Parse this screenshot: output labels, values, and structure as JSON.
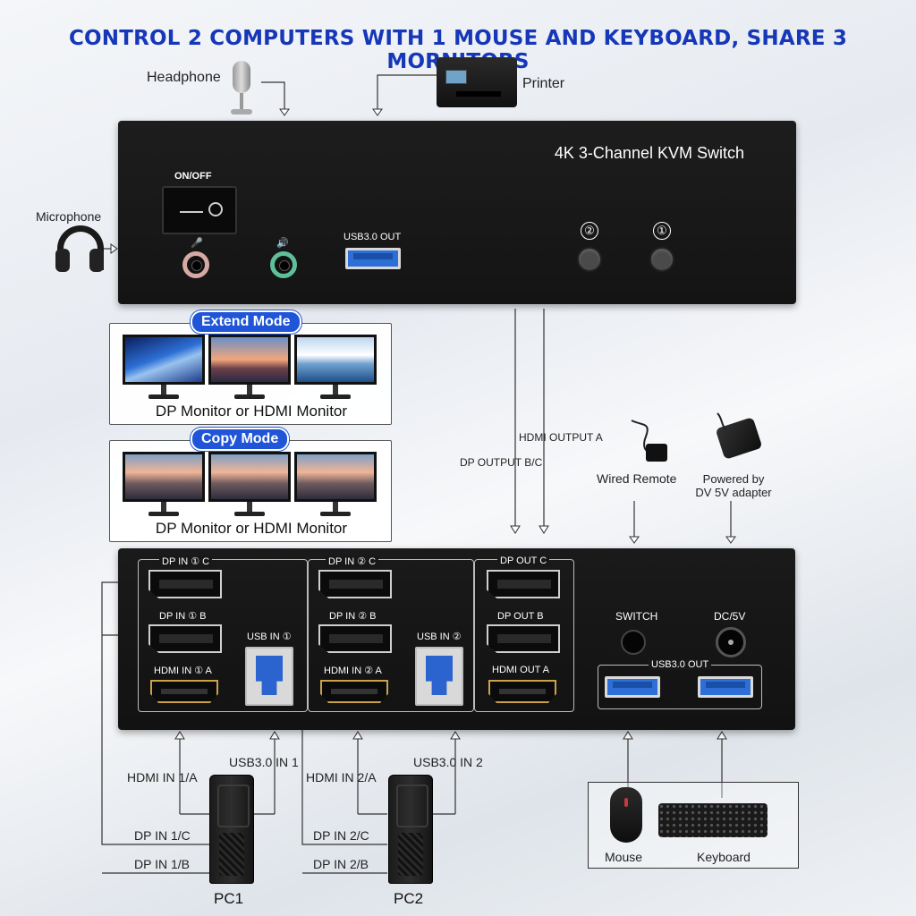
{
  "title": "CONTROL 2 COMPUTERS WITH 1 MOUSE AND KEYBOARD, SHARE 3 MORNITORS",
  "peripherals_top": {
    "headphone_label": "Headphone",
    "printer_label": "Printer",
    "microphone_label": "Microphone"
  },
  "front_panel": {
    "name": "4K 3-Channel KVM Switch",
    "power_label": "ON/OFF",
    "mic_icon": "🎤",
    "speaker_icon": "🔊",
    "usb_out_label": "USB3.0 OUT",
    "button_2": "②",
    "button_1": "①"
  },
  "modes": {
    "extend": {
      "label": "Extend Mode",
      "caption": "DP Monitor or HDMI Monitor"
    },
    "copy": {
      "label": "Copy Mode",
      "caption": "DP Monitor or HDMI Monitor"
    }
  },
  "connections": {
    "hdmi_output_a": "HDMI OUTPUT A",
    "dp_output_bc": "DP OUTPUT B/C",
    "wired_remote": "Wired Remote",
    "powered_by_line1": "Powered by",
    "powered_by_line2": "DV 5V adapter"
  },
  "back_panel": {
    "dp_in_1c": "DP IN ① C",
    "dp_in_1b": "DP IN ① B",
    "hdmi_in_1a": "HDMI IN ① A",
    "usb_in_1": "USB IN ①",
    "dp_in_2c": "DP IN ② C",
    "dp_in_2b": "DP IN ② B",
    "hdmi_in_2a": "HDMI IN ② A",
    "usb_in_2": "USB IN ②",
    "dp_out_c": "DP OUT C",
    "dp_out_b": "DP OUT B",
    "hdmi_out_a": "HDMI OUT A",
    "switch": "SWITCH",
    "dc": "DC/5V",
    "usb_out": "USB3.0 OUT"
  },
  "pc_cables": {
    "hdmi_in_1a": "HDMI IN 1/A",
    "usb_in_1": "USB3.0 IN 1",
    "dp_in_1c": "DP IN 1/C",
    "dp_in_1b": "DP IN 1/B",
    "hdmi_in_2a": "HDMI IN 2/A",
    "usb_in_2": "USB3.0 IN 2",
    "dp_in_2c": "DP IN 2/C",
    "dp_in_2b": "DP IN 2/B"
  },
  "devices": {
    "pc1": "PC1",
    "pc2": "PC2",
    "mouse": "Mouse",
    "keyboard": "Keyboard"
  }
}
